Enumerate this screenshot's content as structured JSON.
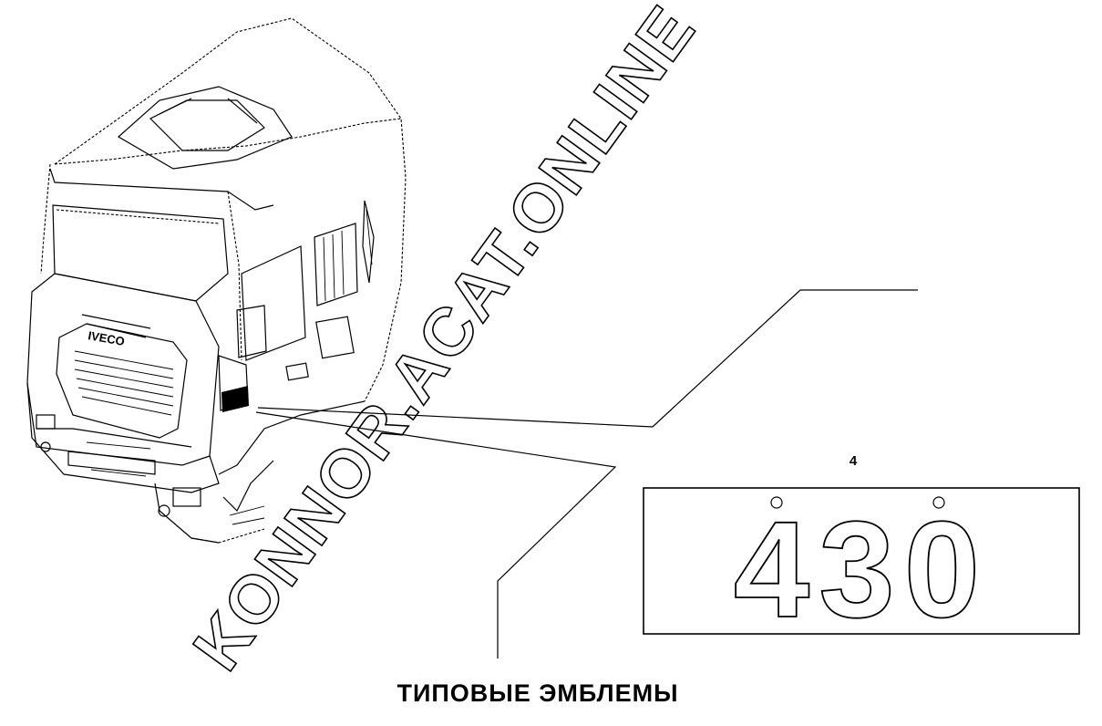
{
  "watermark": "KONNOR.ACAT.ONLINE",
  "callout_number": "4",
  "emblem_text": "430",
  "caption": "ТИПОВЫЕ ЭМБЛЕМЫ",
  "colors": {
    "line": "#000000",
    "background": "#ffffff"
  }
}
